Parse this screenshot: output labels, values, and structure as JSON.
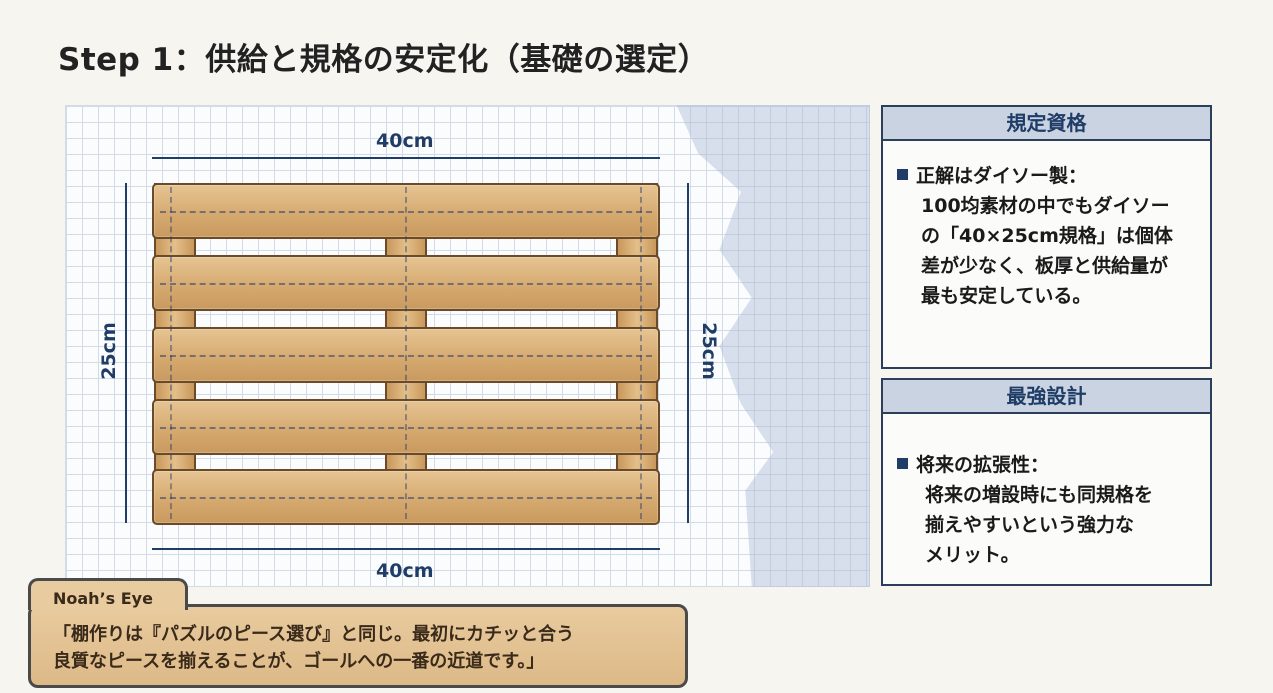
{
  "title": "Step 1：供給と規格の安定化（基礎の選定）",
  "diagram": {
    "top_width": "40cm",
    "bottom_width": "40cm",
    "left_height": "25cm",
    "right_height": "25cm"
  },
  "panels": [
    {
      "heading": "規定資格",
      "lines": [
        "正解はダイソー製：",
        "100均素材の中でもダイソー",
        "の「40×25cm規格」は個体",
        "差が少なく、板厚と供給量が",
        "最も安定している。"
      ]
    },
    {
      "heading": "最強設計",
      "lines": [
        "将来の拡張性：",
        "将来の増設時にも同規格を",
        "揃えやすいという強力な",
        "メリット。"
      ]
    }
  ],
  "noah": {
    "label": "Noah’s Eye",
    "lines": [
      "「棚作りは『パズルのピース選び』と同じ。最初にカチッと合う",
      "良質なピースを揃えることが、ゴールへの一番の近道です。」"
    ]
  },
  "colors": {
    "navy": "#1f3d66",
    "wood": "#d4a86d"
  }
}
